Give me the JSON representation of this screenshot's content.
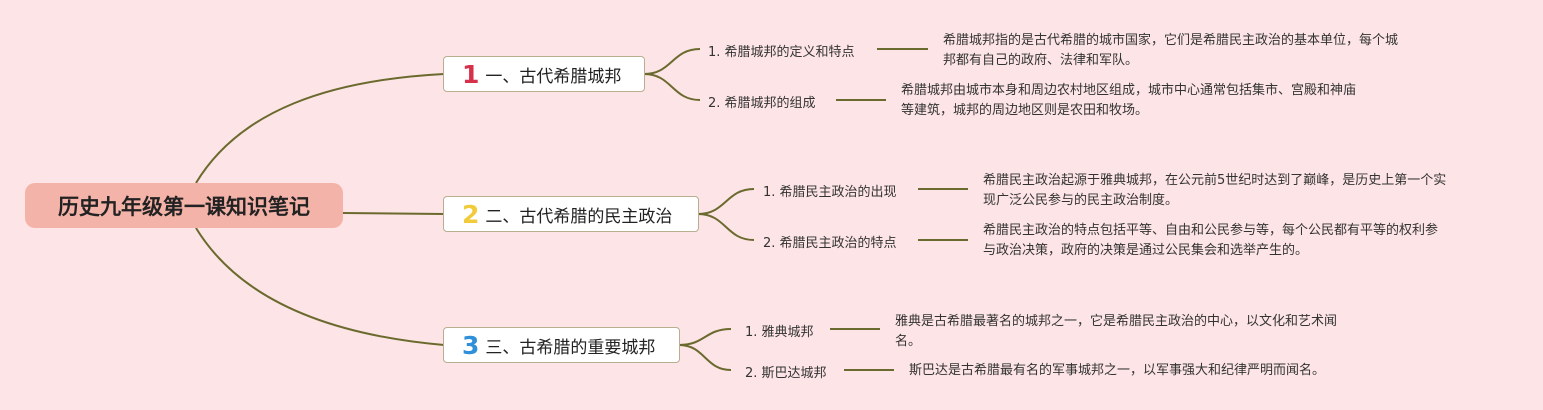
{
  "root": {
    "title": "历史九年级第一课知识笔记"
  },
  "topics": [
    {
      "number": "1",
      "number_color": "#d6304a",
      "title": "一、古代希腊城邦",
      "items": [
        {
          "label": "1. 希腊城邦的定义和特点",
          "desc": [
            "希腊城邦指的是古代希腊的城市国家，它们是希腊民主政治的基本单位，每个城",
            "邦都有自己的政府、法律和军队。"
          ]
        },
        {
          "label": "2. 希腊城邦的组成",
          "desc": [
            "希腊城邦由城市本身和周边农村地区组成，城市中心通常包括集市、宫殿和神庙",
            "等建筑，城邦的周边地区则是农田和牧场。"
          ]
        }
      ]
    },
    {
      "number": "2",
      "number_color": "#f2cb3c",
      "title": "二、古代希腊的民主政治",
      "items": [
        {
          "label": "1. 希腊民主政治的出现",
          "desc": [
            "希腊民主政治起源于雅典城邦，在公元前5世纪时达到了巅峰，是历史上第一个实",
            "现广泛公民参与的民主政治制度。"
          ]
        },
        {
          "label": "2. 希腊民主政治的特点",
          "desc": [
            "希腊民主政治的特点包括平等、自由和公民参与等，每个公民都有平等的权利参",
            "与政治决策，政府的决策是通过公民集会和选举产生的。"
          ]
        }
      ]
    },
    {
      "number": "3",
      "number_color": "#2f8fd8",
      "title": "三、古希腊的重要城邦",
      "items": [
        {
          "label": "1. 雅典城邦",
          "desc": [
            "雅典是古希腊最著名的城邦之一，它是希腊民主政治的中心，以文化和艺术闻",
            "名。"
          ]
        },
        {
          "label": "2. 斯巴达城邦",
          "desc": [
            "斯巴达是古希腊最有名的军事城邦之一，以军事强大和纪律严明而闻名。"
          ]
        }
      ]
    }
  ],
  "colors": {
    "background": "#fde4e6",
    "line": "#6b6a2e",
    "root_fill": "#f4b3a8"
  }
}
